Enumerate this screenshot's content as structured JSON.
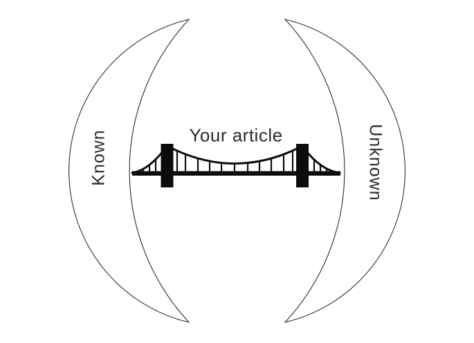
{
  "figure": {
    "title": "Your article",
    "left_label": "Known",
    "right_label": "Unknown"
  },
  "icons": {
    "center": "suspension-bridge-icon",
    "left_shape": "crescent-open-paren",
    "right_shape": "crescent-close-paren"
  },
  "colors": {
    "background": "#ffffff",
    "outline": "#2a2a2a",
    "bridge": "#0c0c0c",
    "text": "#2b2b2b"
  }
}
